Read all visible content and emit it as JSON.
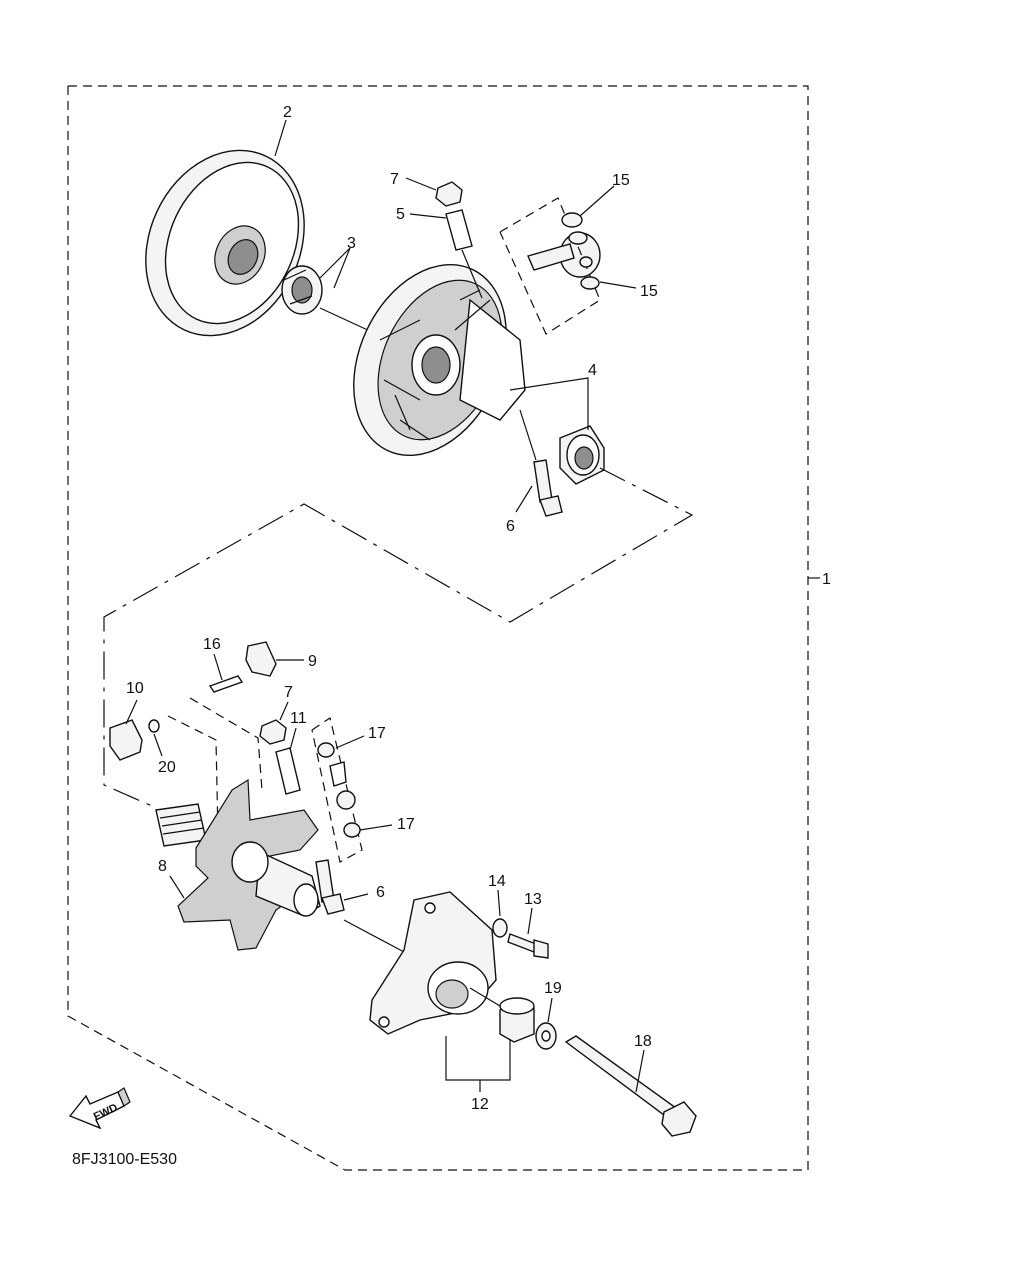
{
  "diagram": {
    "code": "8FJ3100-E530",
    "fwd_label": "FWD",
    "callouts": {
      "c1": "1",
      "c2": "2",
      "c3": "3",
      "c4": "4",
      "c5": "5",
      "c6a": "6",
      "c6b": "6",
      "c7a": "7",
      "c7b": "7",
      "c8": "8",
      "c9": "9",
      "c10": "10",
      "c11": "11",
      "c12": "12",
      "c13": "13",
      "c14": "14",
      "c15a": "15",
      "c15b": "15",
      "c16": "16",
      "c17a": "17",
      "c17b": "17",
      "c18": "18",
      "c19": "19",
      "c20": "20"
    }
  }
}
